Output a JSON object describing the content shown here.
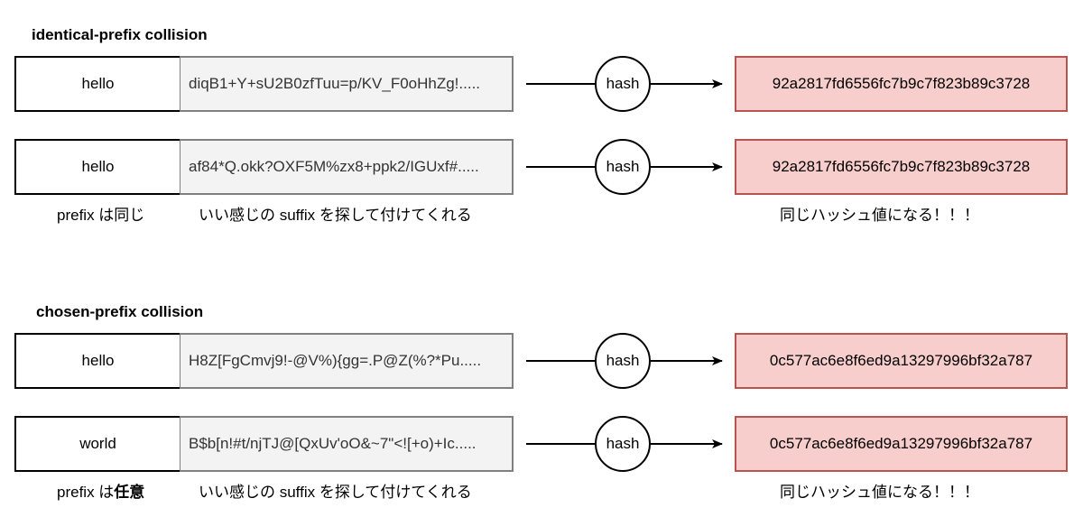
{
  "colors": {
    "output_fill": "#f8cecc",
    "output_border": "#b85450",
    "suffix_fill": "#f3f3f3",
    "suffix_border": "#808080"
  },
  "icons": {
    "arrow": "arrow-right-icon"
  },
  "identical": {
    "title": "identical-prefix collision",
    "rows": [
      {
        "prefix": "hello",
        "suffix": "diqB1+Y+sU2B0zfTuu=p/KV_F0oHhZg!.....",
        "hash_label": "hash",
        "output": "92a2817fd6556fc7b9c7f823b89c3728"
      },
      {
        "prefix": "hello",
        "suffix": "af84*Q.okk?OXF5M%zx8+ppk2/IGUxf#.....",
        "hash_label": "hash",
        "output": "92a2817fd6556fc7b9c7f823b89c3728"
      }
    ],
    "captions": {
      "prefix": "prefix は同じ",
      "suffix": "いい感じの suffix を探して付けてくれる",
      "output": "同じハッシュ値になる！！！"
    }
  },
  "chosen": {
    "title": "chosen-prefix collision",
    "rows": [
      {
        "prefix": "hello",
        "suffix": "H8Z[FgCmvj9!-@V%){gg=.P@Z(%?*Pu.....",
        "hash_label": "hash",
        "output": "0c577ac6e8f6ed9a13297996bf32a787"
      },
      {
        "prefix": "world",
        "suffix": "B$b[n!#t/njTJ@[QxUv'oO&~7\"<![+o)+Ic.....",
        "hash_label": "hash",
        "output": "0c577ac6e8f6ed9a13297996bf32a787"
      }
    ],
    "captions": {
      "prefix_label": "prefix は",
      "prefix_emphasis": "任意",
      "suffix": "いい感じの suffix を探して付けてくれる",
      "output": "同じハッシュ値になる！！！"
    }
  }
}
